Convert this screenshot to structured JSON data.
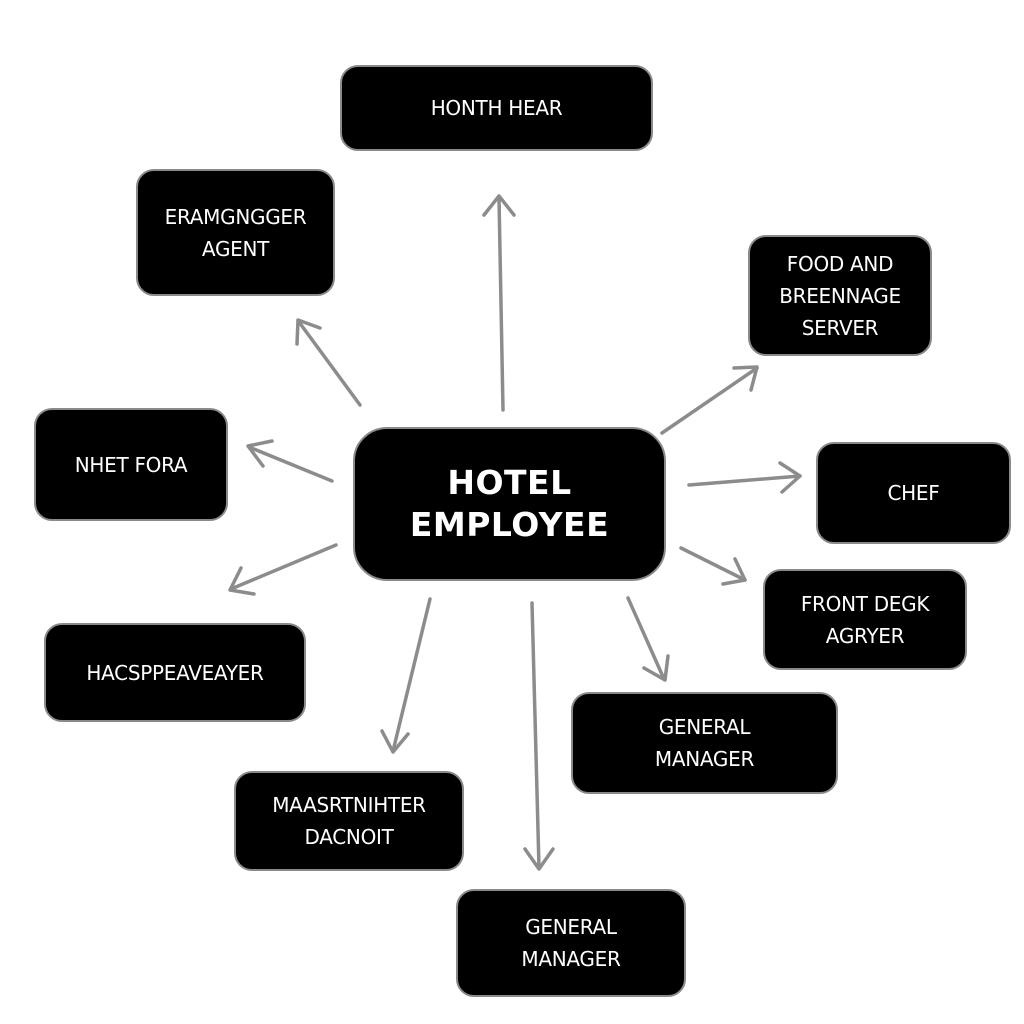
{
  "diagram": {
    "center": {
      "lines": [
        "HOTEL",
        "EMPLOYEE"
      ]
    },
    "nodes": {
      "top": {
        "lines": [
          "HONTH HEAR"
        ]
      },
      "top_left": {
        "lines": [
          "ERAMGNGGER",
          "AGENT"
        ]
      },
      "top_right": {
        "lines": [
          "FOOD AND",
          "BREENNAGE",
          "SERVER"
        ]
      },
      "left": {
        "lines": [
          "NHET FORA"
        ]
      },
      "right": {
        "lines": [
          "CHEF"
        ]
      },
      "front_desk": {
        "lines": [
          "FRONT DEGK",
          "AGRYER"
        ]
      },
      "housekeeper": {
        "lines": [
          "HACSPPEAVEAYER"
        ]
      },
      "general_manager_1": {
        "lines": [
          "GENERAL",
          "MANAGER"
        ]
      },
      "maintenance": {
        "lines": [
          "MAASRTNIHTER",
          "DACNOIT"
        ]
      },
      "general_manager_2": {
        "lines": [
          "GENERAL",
          "MANAGER"
        ]
      }
    },
    "colors": {
      "node_fill": "#000000",
      "node_border": "#8a8a8a",
      "node_text": "#ffffff",
      "arrow": "#8c8c8c",
      "background": "#ffffff"
    }
  }
}
